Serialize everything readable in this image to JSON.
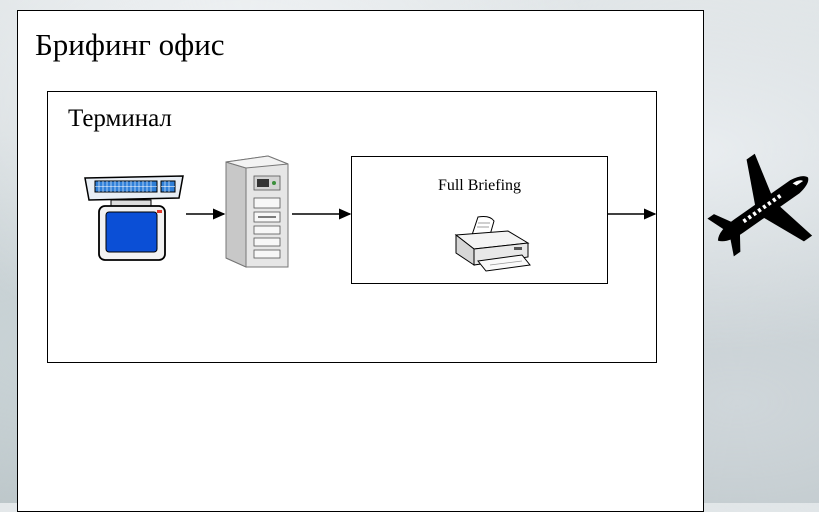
{
  "office": {
    "title": "Брифинг офис"
  },
  "terminal": {
    "title": "Терминал"
  },
  "briefing": {
    "label": "Full Briefing"
  },
  "icons": {
    "workstation": "computer-terminal-icon",
    "server": "tower-server-icon",
    "printer": "printer-icon",
    "aircraft": "airplane-icon"
  },
  "colors": {
    "screen": "#0b4fd6",
    "keyboard": "#2f7fd8",
    "outline": "#000000"
  }
}
